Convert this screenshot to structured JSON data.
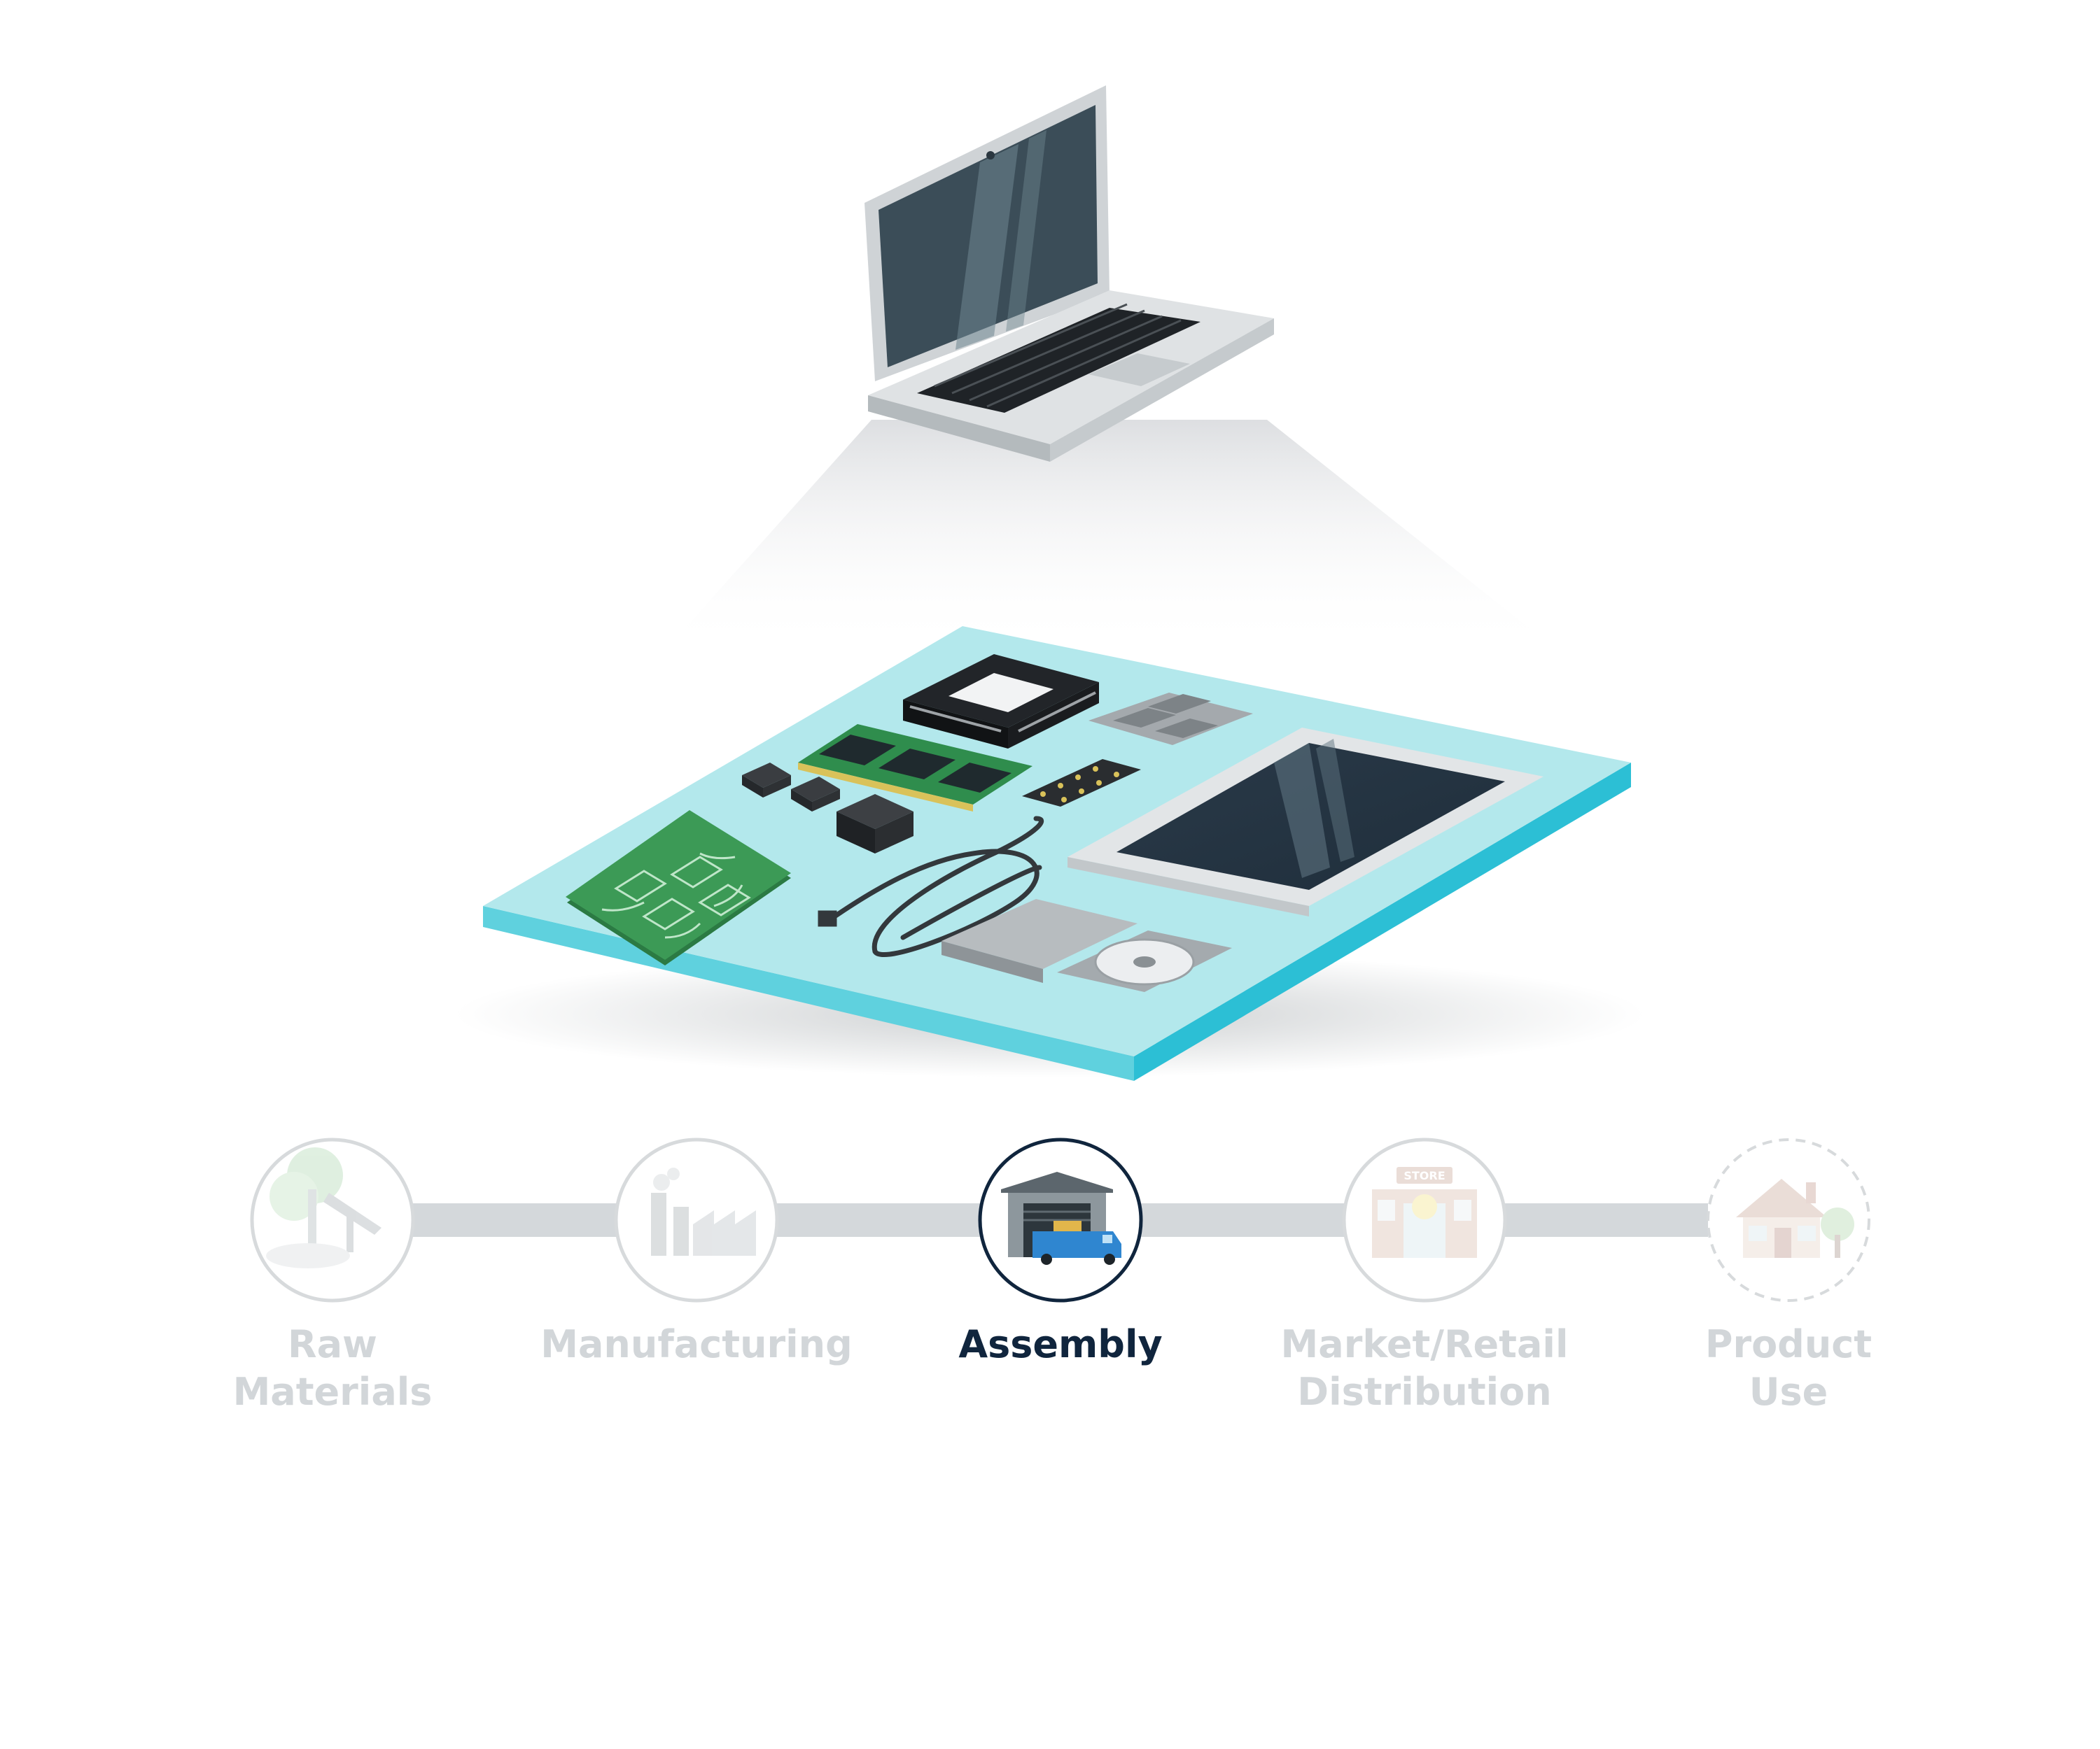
{
  "timeline": {
    "active_index": 2,
    "stages": [
      {
        "label": "Raw\nMaterials",
        "icon": "oil-pump-icon",
        "state": "inactive"
      },
      {
        "label": "Manufacturing",
        "icon": "factory-icon",
        "state": "inactive"
      },
      {
        "label": "Assembly",
        "icon": "warehouse-truck-icon",
        "state": "active"
      },
      {
        "label": "Market/Retail\nDistribution",
        "icon": "store-icon",
        "state": "inactive"
      },
      {
        "label": "Product\nUse",
        "icon": "house-icon",
        "state": "inactive"
      }
    ]
  },
  "illustration": {
    "store_sign": "STORE",
    "colors": {
      "platform_top": "#b3e8ec",
      "platform_side": "#2cbfd5",
      "pcb_green": "#3c9a56",
      "active_ring": "#10253d",
      "inactive_ring": "#d7dadc",
      "connector": "#d4d8db",
      "truck_blue": "#2f86d0"
    }
  }
}
